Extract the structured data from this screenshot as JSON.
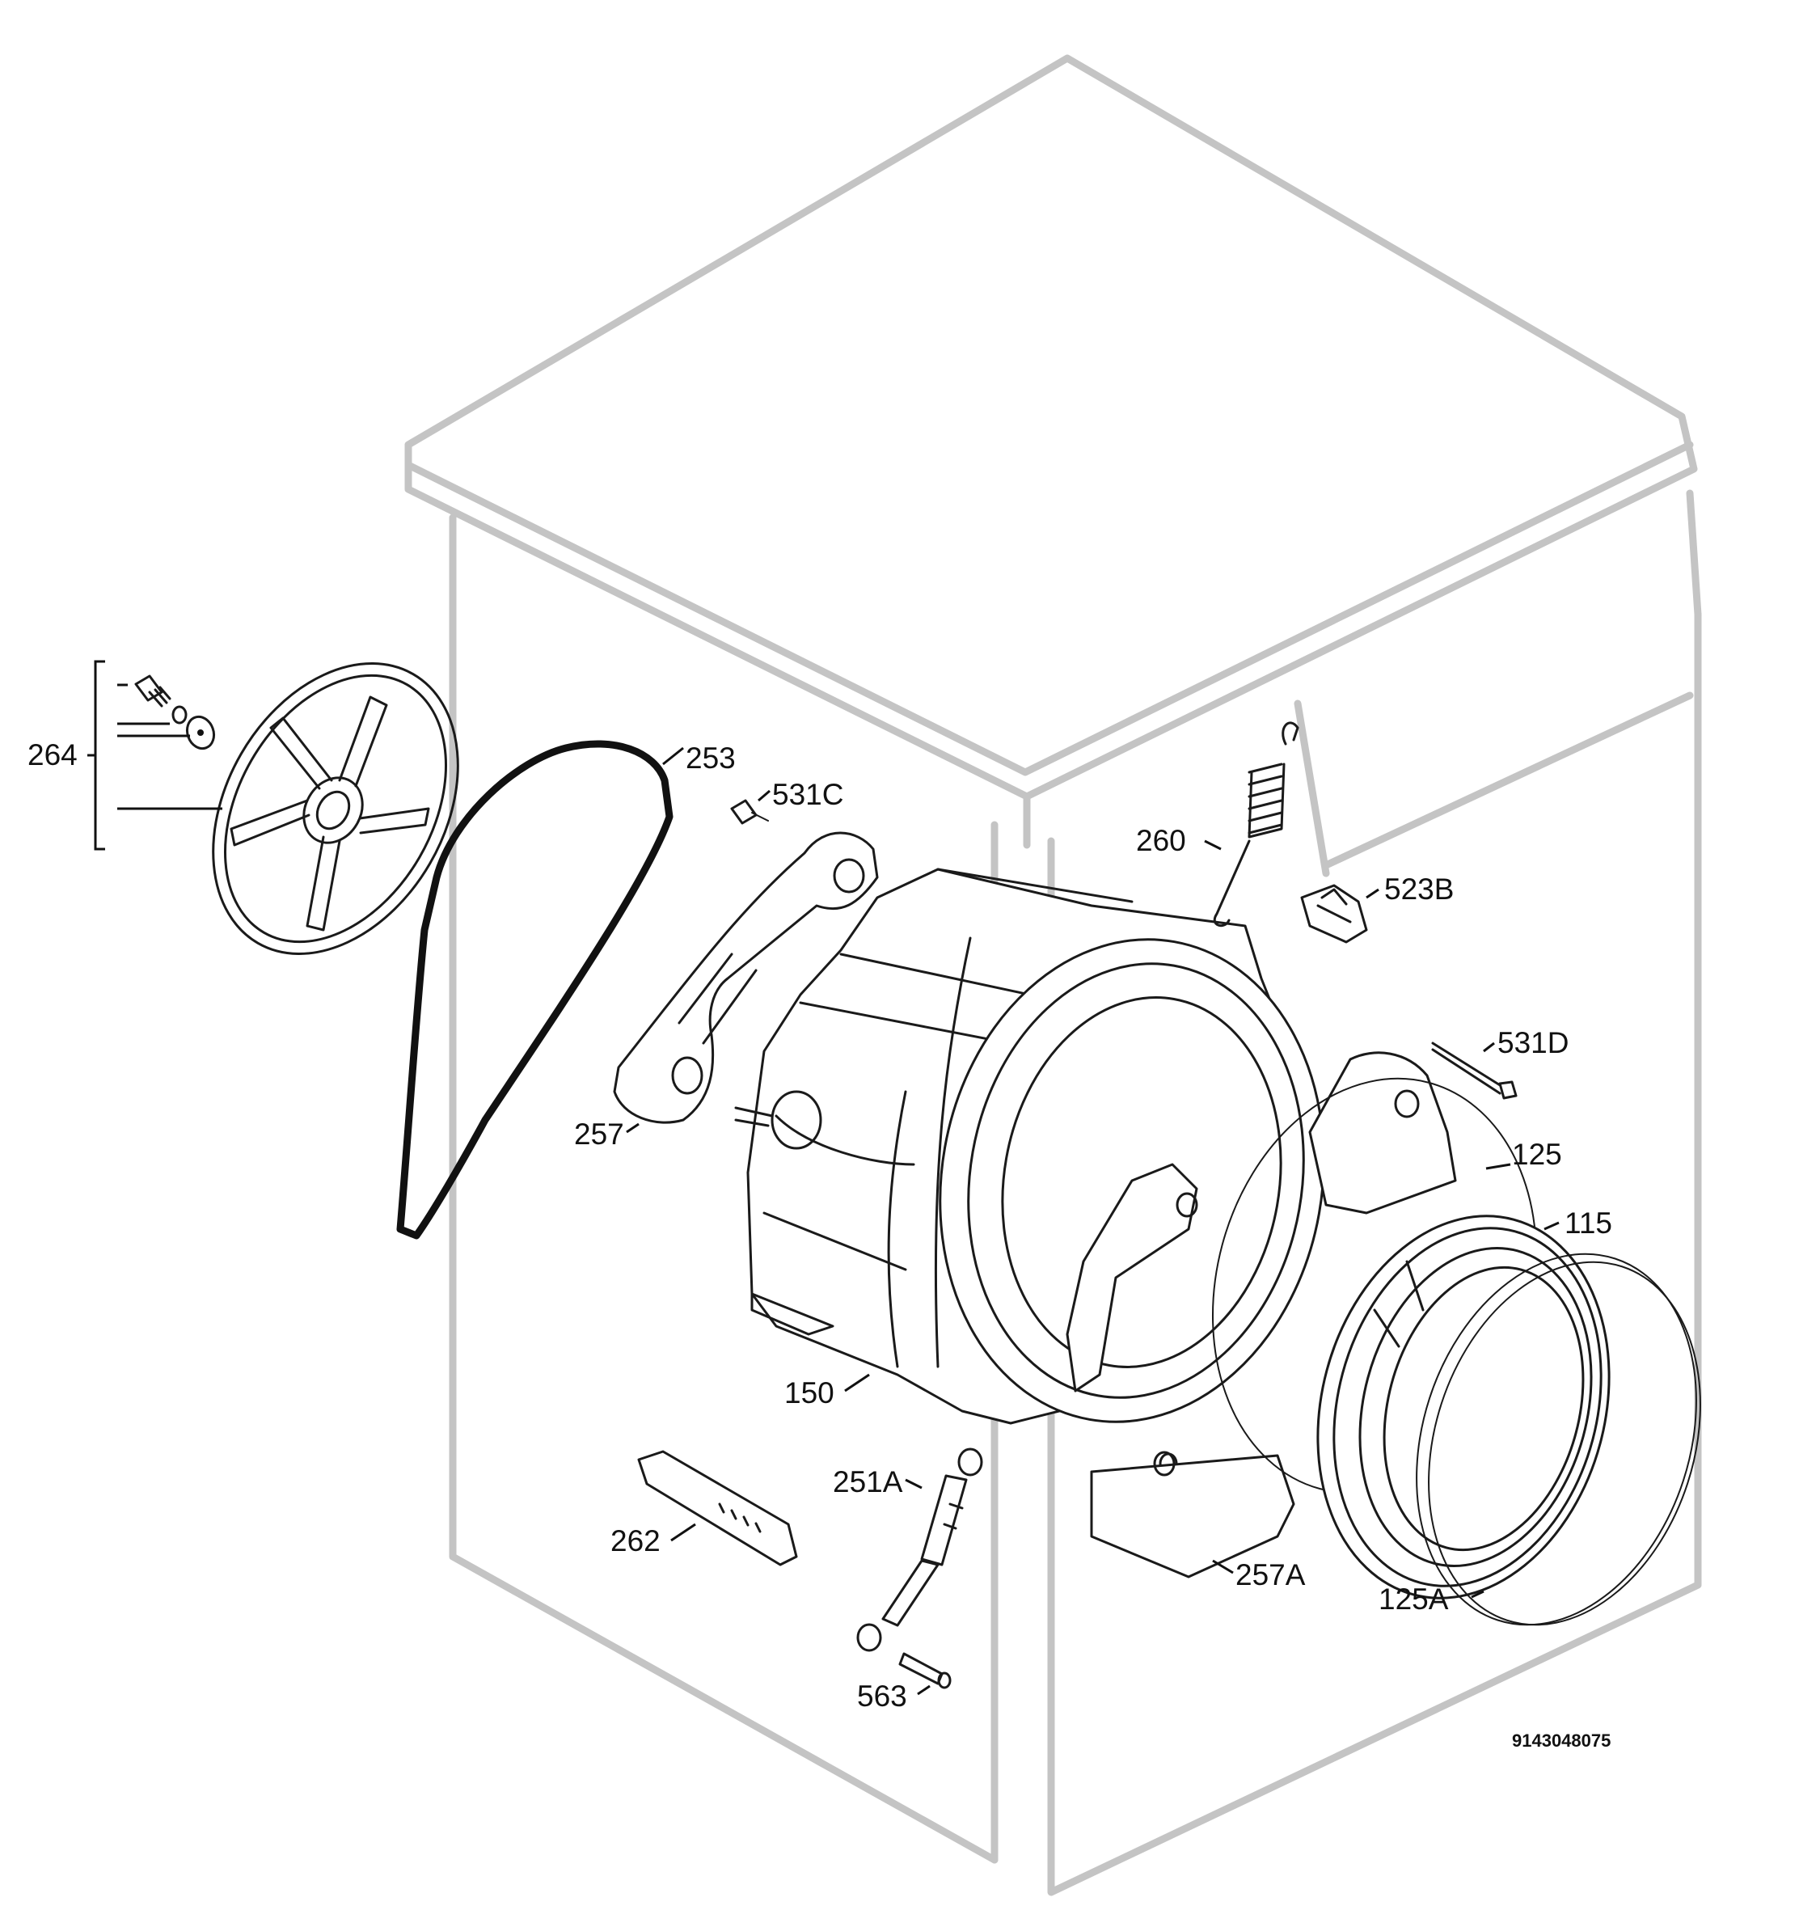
{
  "labels": {
    "p264": "264",
    "p253": "253",
    "p531C": "531C",
    "p260": "260",
    "p523B": "523B",
    "p531D": "531D",
    "p257": "257",
    "p125": "125",
    "p115": "115",
    "p150": "150",
    "p251A": "251A",
    "p262": "262",
    "p257A": "257A",
    "p125A": "125A",
    "p563": "563"
  },
  "drawing_number": "9143048075"
}
